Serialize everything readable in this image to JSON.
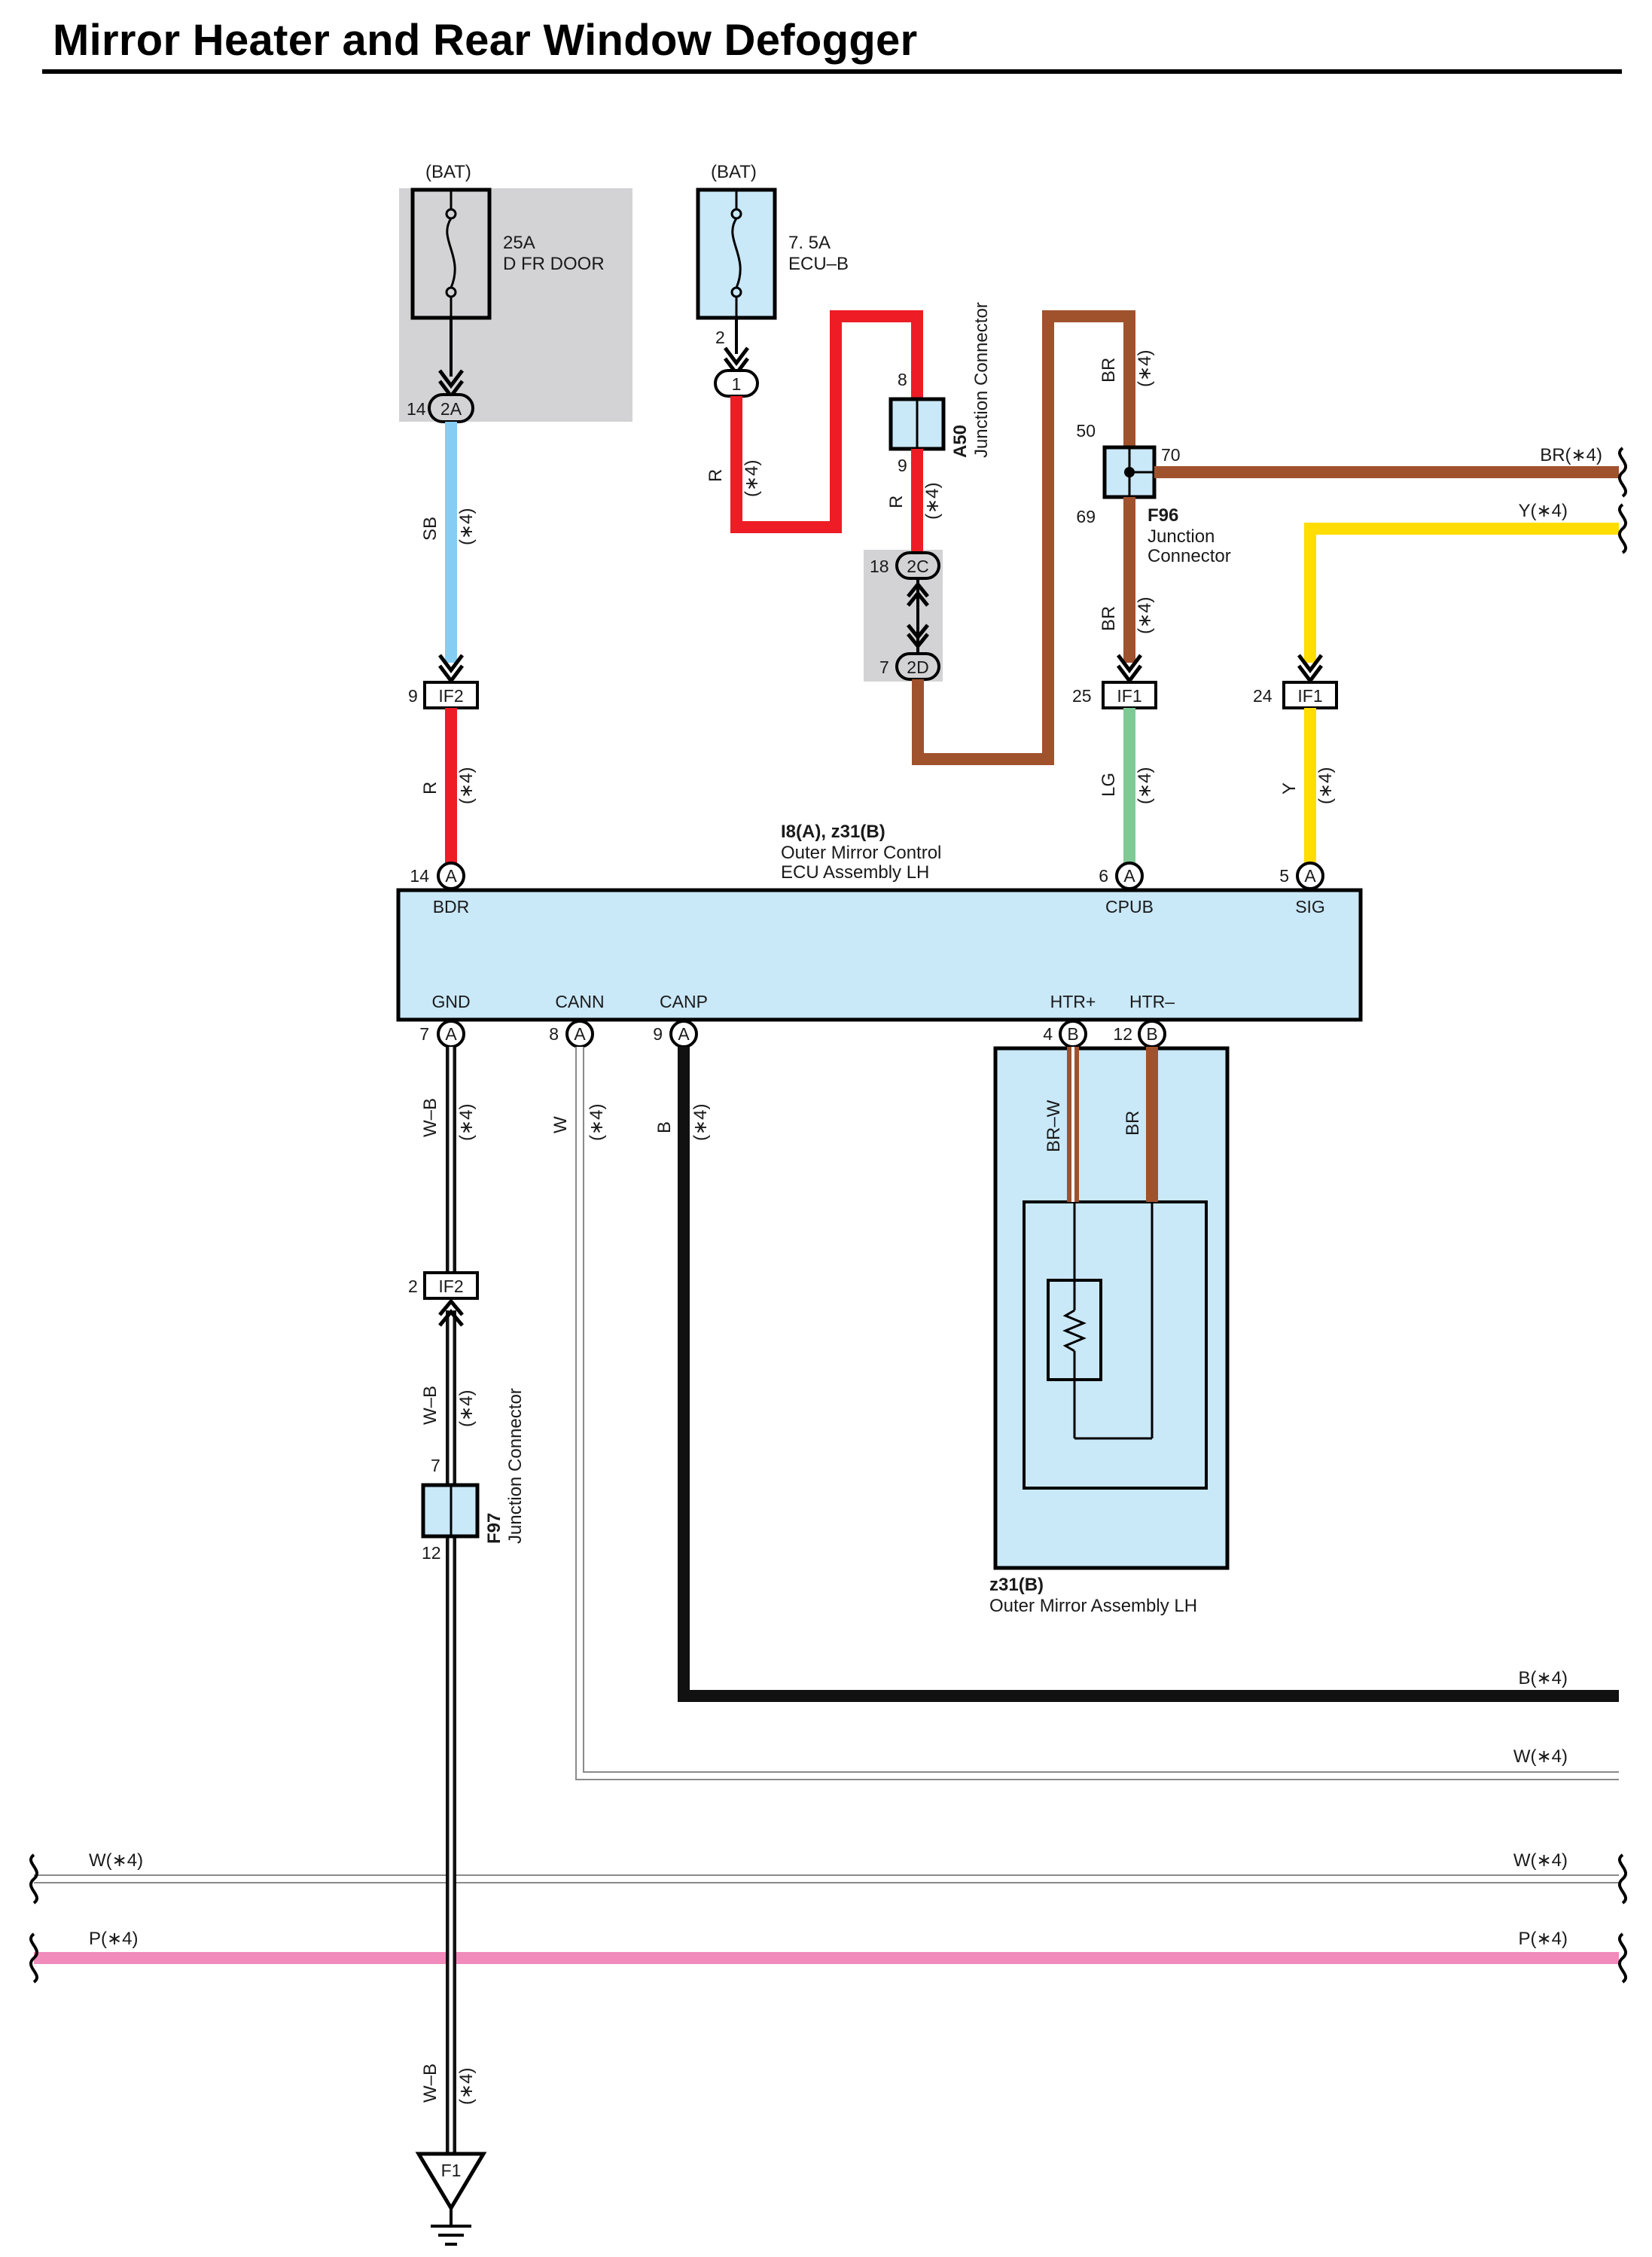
{
  "title": "Mirror Heater and Rear Window Defogger",
  "colors": {
    "R": "#ee1c25",
    "SB": "#85cdf3",
    "BR": "#a0522d",
    "LG": "#7fc995",
    "Y": "#ffdd00",
    "B": "#111111",
    "W": "#ffffff",
    "P": "#f08bbb",
    "component_fill": "#c9e8f8",
    "gray_box": "#d3d3d5"
  },
  "fuse_dfr": {
    "source": "(BAT)",
    "amp": "25A",
    "name": "D FR DOOR",
    "pin_num": "14",
    "pin_id": "2A"
  },
  "fuse_ecub": {
    "source": "(BAT)",
    "amp": "7. 5A",
    "name": "ECU–B",
    "pin_num": "2",
    "conn": "1"
  },
  "a50": {
    "id": "A50",
    "name": "Junction Connector",
    "pin_top": "8",
    "pin_bottom": "9"
  },
  "j2c": {
    "pin_num": "18",
    "id": "2C"
  },
  "j2d": {
    "pin_num": "7",
    "id": "2D"
  },
  "f96": {
    "id": "F96",
    "name_line1": "Junction",
    "name_line2": "Connector",
    "pin_top": "50",
    "pin_right": "70",
    "pin_bottom": "69"
  },
  "if2_top": {
    "pin_num": "9",
    "id": "IF2"
  },
  "if1_cpub": {
    "pin_num": "25",
    "id": "IF1"
  },
  "if1_sig": {
    "pin_num": "24",
    "id": "IF1"
  },
  "if2_gnd": {
    "pin_num": "2",
    "id": "IF2"
  },
  "f97": {
    "id": "F97",
    "name": "Junction Connector",
    "pin_top": "7",
    "pin_bottom": "12"
  },
  "ecu": {
    "id_line": "I8(A), z31(B)",
    "name_line1": "Outer Mirror Control",
    "name_line2": "ECU Assembly LH",
    "pins": [
      {
        "num": "14",
        "conn": "A",
        "label": "BDR"
      },
      {
        "num": "6",
        "conn": "A",
        "label": "CPUB"
      },
      {
        "num": "5",
        "conn": "A",
        "label": "SIG"
      },
      {
        "num": "7",
        "conn": "A",
        "label": "GND"
      },
      {
        "num": "8",
        "conn": "A",
        "label": "CANN"
      },
      {
        "num": "9",
        "conn": "A",
        "label": "CANP"
      },
      {
        "num": "4",
        "conn": "B",
        "label": "HTR+"
      },
      {
        "num": "12",
        "conn": "B",
        "label": "HTR–"
      }
    ]
  },
  "mirror": {
    "id": "z31(B)",
    "name": "Outer Mirror Assembly LH"
  },
  "ground": {
    "id": "F1"
  },
  "wire_labels": {
    "sb": [
      "SB",
      "(∗4)"
    ],
    "r_ecub": [
      "R",
      "(∗4)"
    ],
    "r_a50": [
      "R",
      "(∗4)"
    ],
    "br_top": [
      "BR",
      "(∗4)"
    ],
    "br_f96": [
      "BR",
      "(∗4)"
    ],
    "r_bdr": [
      "R",
      "(∗4)"
    ],
    "lg": [
      "LG",
      "(∗4)"
    ],
    "y": [
      "Y",
      "(∗4)"
    ],
    "wb_1": [
      "W–B",
      "(∗4)"
    ],
    "w_cann": [
      "W",
      "(∗4)"
    ],
    "b_canp": [
      "B",
      "(∗4)"
    ],
    "brw_htr": [
      "BR–W"
    ],
    "br_htr": [
      "BR"
    ],
    "wb_2": [
      "W–B",
      "(∗4)"
    ],
    "wb_3": [
      "W–B",
      "(∗4)"
    ]
  },
  "edge_labels": {
    "br_right": "BR(∗4)",
    "y_right": "Y(∗4)",
    "b_right": "B(∗4)",
    "w_right_cann": "W(∗4)",
    "w_left": "W(∗4)",
    "w_right": "W(∗4)",
    "p_left": "P(∗4)",
    "p_right": "P(∗4)"
  }
}
